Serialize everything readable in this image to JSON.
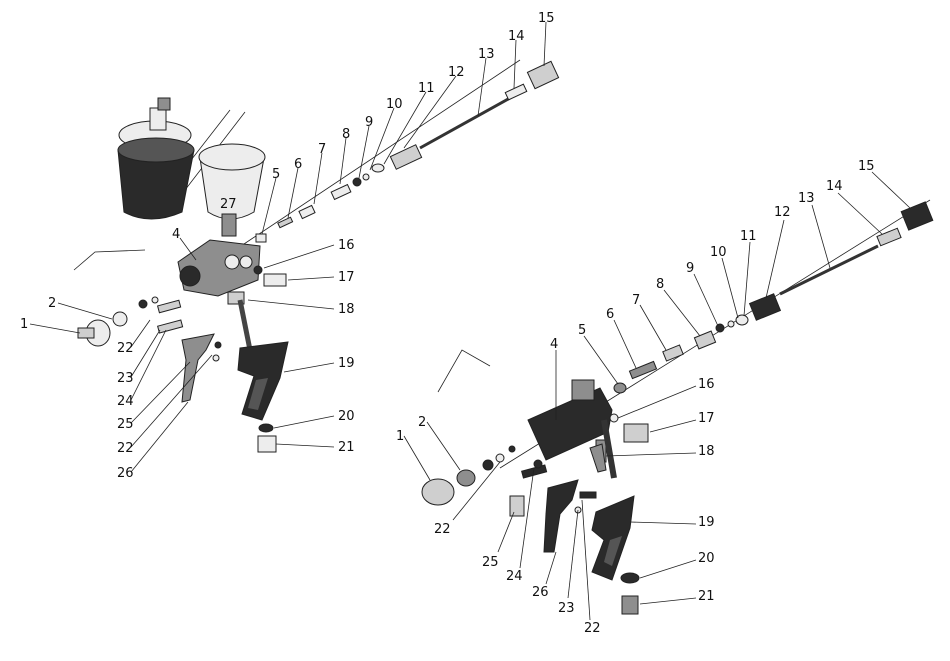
{
  "views": [
    {
      "id": "left",
      "labels": [
        "1",
        "2",
        "22",
        "23",
        "24",
        "25",
        "22",
        "26",
        "4",
        "5",
        "6",
        "7",
        "8",
        "9",
        "10",
        "11",
        "12",
        "13",
        "14",
        "15",
        "16",
        "17",
        "18",
        "19",
        "20",
        "21",
        "27"
      ]
    },
    {
      "id": "right",
      "labels": [
        "1",
        "2",
        "22",
        "25",
        "24",
        "26",
        "23",
        "22",
        "4",
        "5",
        "6",
        "7",
        "8",
        "9",
        "10",
        "11",
        "12",
        "13",
        "14",
        "15",
        "16",
        "17",
        "18",
        "19",
        "20",
        "21"
      ]
    }
  ]
}
